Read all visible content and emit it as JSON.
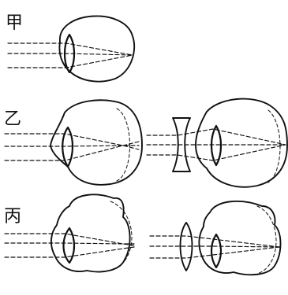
{
  "labels": {
    "normal": "甲",
    "myopia": "乙",
    "hyperopia": "丙"
  }
}
